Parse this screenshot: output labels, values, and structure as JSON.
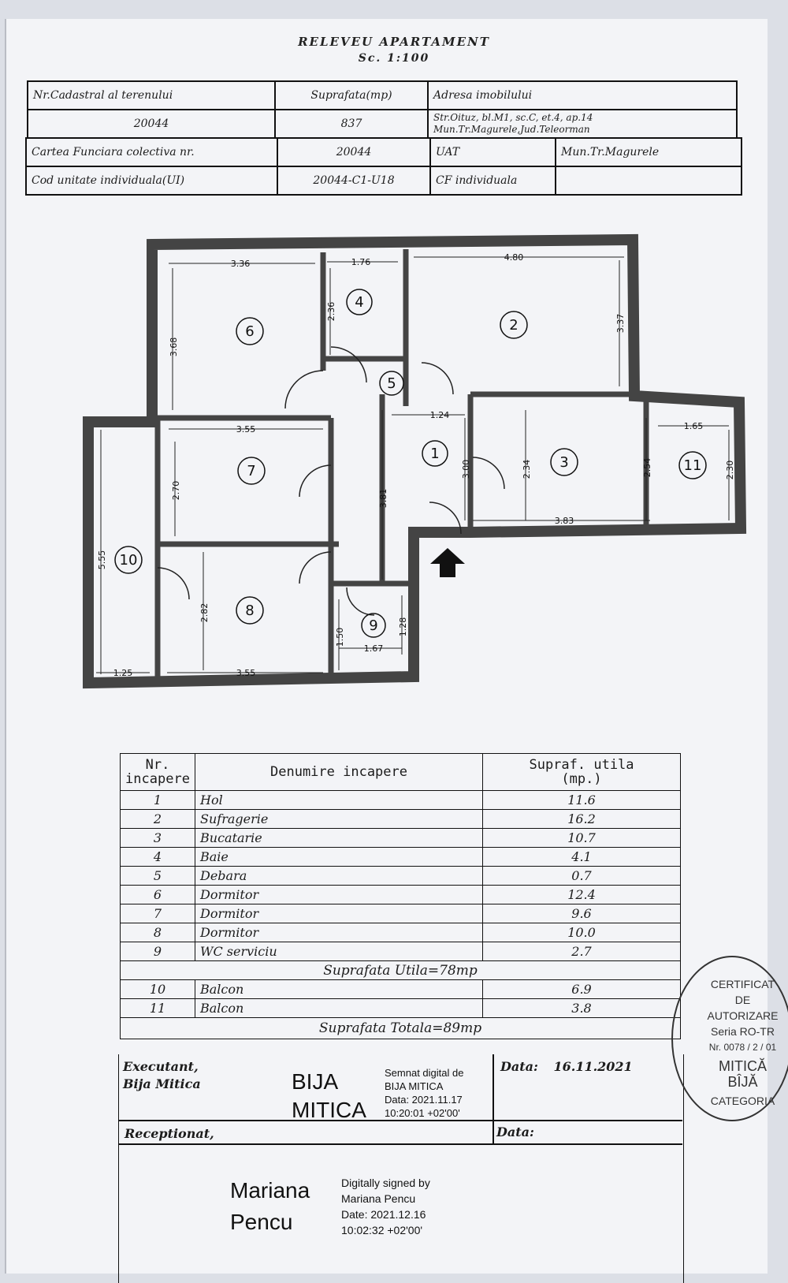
{
  "header": {
    "title": "RELEVEU APARTAMENT",
    "scale": "Sc.     1:100"
  },
  "cadastral": {
    "label_nr": "Nr.Cadastral al terenului",
    "value_nr": "20044",
    "label_surface": "Suprafata(mp)",
    "value_surface": "837",
    "label_address": "Adresa imobilului",
    "address_line1": "Str.Oituz, bl.M1, sc.C, et.4, ap.14",
    "address_line2": "Mun.Tr.Magurele,Jud.Teleorman"
  },
  "registry": {
    "label_cf": "Cartea Funciara colectiva nr.",
    "value_cf": "20044",
    "label_uat": "UAT",
    "value_uat": "Mun.Tr.Magurele",
    "label_ui": "Cod unitate individuala(UI)",
    "value_ui": "20044-C1-U18",
    "label_cf_ind": "CF individuala",
    "value_cf_ind": ""
  },
  "plan": {
    "room_numbers": [
      "1",
      "2",
      "3",
      "4",
      "5",
      "6",
      "7",
      "8",
      "9",
      "10",
      "11"
    ],
    "dimensions": [
      "3.36",
      "1.76",
      "4.80",
      "3.68",
      "2.36",
      "3.37",
      "3.55",
      "1.24",
      "3.00",
      "2.34",
      "2.54",
      "1.65",
      "2.30",
      "2.70",
      "3.81",
      "3.83",
      "5.55",
      "2.82",
      "1.50",
      "1.28",
      "1.67",
      "1.25",
      "3.55"
    ]
  },
  "rooms_table": {
    "col_nr": "Nr.\nincapere",
    "col_nr_l1": "Nr.",
    "col_nr_l2": "incapere",
    "col_name": "Denumire incapere",
    "col_area_l1": "Supraf. utila",
    "col_area_l2": "(mp.)",
    "rows": [
      {
        "nr": "1",
        "name": "Hol",
        "area": "11.6"
      },
      {
        "nr": "2",
        "name": "Sufragerie",
        "area": "16.2"
      },
      {
        "nr": "3",
        "name": "Bucatarie",
        "area": "10.7"
      },
      {
        "nr": "4",
        "name": "Baie",
        "area": "4.1"
      },
      {
        "nr": "5",
        "name": "Debara",
        "area": "0.7"
      },
      {
        "nr": "6",
        "name": "Dormitor",
        "area": "12.4"
      },
      {
        "nr": "7",
        "name": "Dormitor",
        "area": "9.6"
      },
      {
        "nr": "8",
        "name": "Dormitor",
        "area": "10.0"
      },
      {
        "nr": "9",
        "name": "WC serviciu",
        "area": "2.7"
      }
    ],
    "useful_total": "Suprafata Utila=78mp",
    "balconies": [
      {
        "nr": "10",
        "name": "Balcon",
        "area": "6.9"
      },
      {
        "nr": "11",
        "name": "Balcon",
        "area": "3.8"
      }
    ],
    "grand_total": "Suprafata Totala=89mp"
  },
  "signatures": {
    "executant_l1": "Executant,",
    "executant_l2": "Bija Mitica",
    "exec_big_l1": "BIJA",
    "exec_big_l2": "MITICA",
    "exec_sig_l1": "Semnat digital de",
    "exec_sig_l2": "BIJA MITICA",
    "exec_sig_l3": "Data: 2021.11.17",
    "exec_sig_l4": "10:20:01 +02'00'",
    "date_label": "Data:",
    "date_value": "16.11.2021",
    "receptionat": "Receptionat,",
    "date2_label": "Data:",
    "recv_big_l1": "Mariana",
    "recv_big_l2": "Pencu",
    "recv_sig_l1": "Digitally signed by",
    "recv_sig_l2": "Mariana Pencu",
    "recv_sig_l3": "Date: 2021.12.16",
    "recv_sig_l4": "10:02:32 +02'00'"
  },
  "stamp": {
    "line1": "CERTIFICAT",
    "line2": "DE",
    "line3": "AUTORIZARE",
    "line4": "Seria RO-TR",
    "line5": "Nr. 0078 / 2 / 01",
    "line6": "MITICĂ",
    "line7": "BÎJĂ",
    "line8": "CATEGORIA"
  },
  "colors": {
    "ink": "#111111",
    "paper": "#f3f4f7",
    "wall": "#5a5a5a"
  }
}
